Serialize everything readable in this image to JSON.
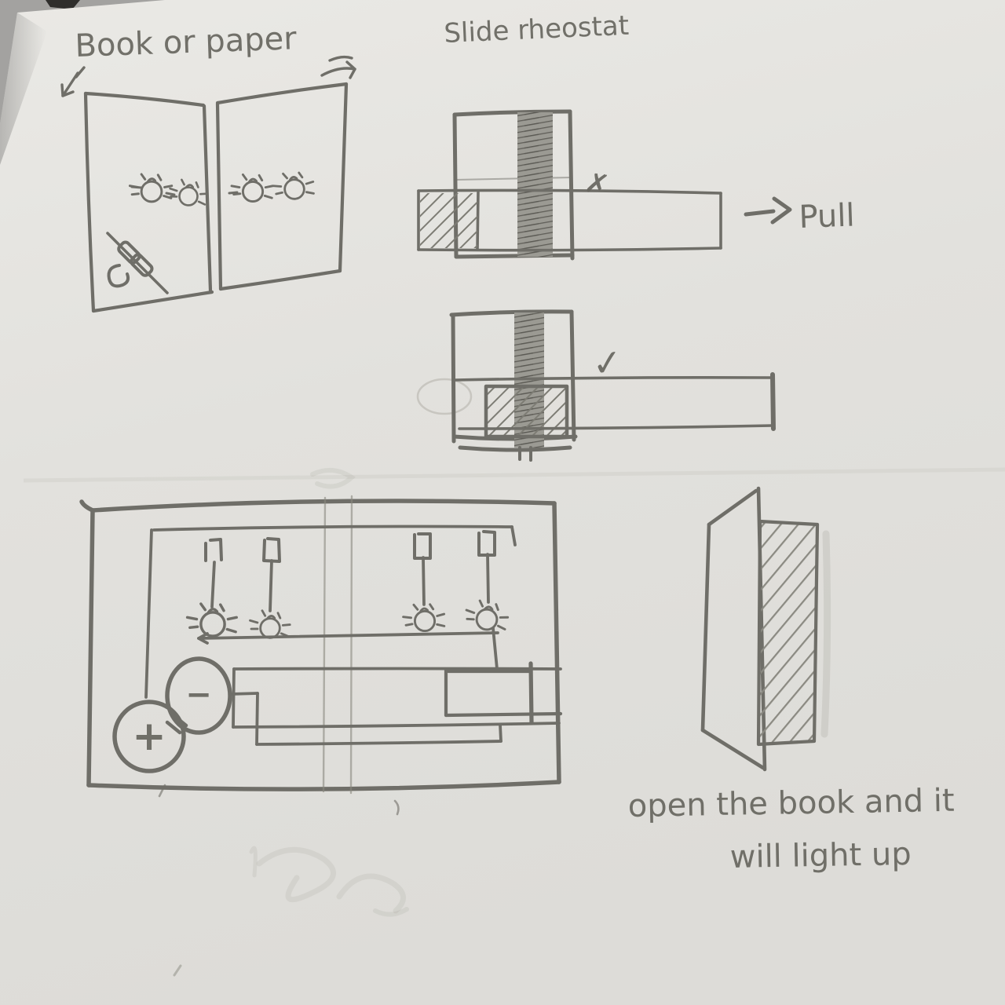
{
  "page": {
    "type": "hand-drawn pencil sketch on paper",
    "paper_color": "#e4e3df",
    "pencil_color": "#6f6e68",
    "background_color": "#a6a5a3"
  },
  "annotations": {
    "title_left": "Book or paper",
    "title_right": "Slide rheostat",
    "pull_label": "Pull",
    "wrong_mark": "✗",
    "correct_mark": "✓",
    "caption_line1": "open the book and it",
    "caption_line2": "will light up"
  },
  "circuit": {
    "battery_plus": "+",
    "battery_minus": "−",
    "bulb_count": 4,
    "description": "book-shaped circuit: four bulbs wired to a battery and a slide rheostat"
  },
  "figures": {
    "open_book": "open book / folded paper with four glowing bulbs and a clip lead",
    "rheostat_not_pulled": "slide rheostat, slider covering track — marked wrong",
    "rheostat_pulled": "slide rheostat with tab pulled out — marked correct",
    "closed_book": "nearly closed book with hatched page block"
  }
}
